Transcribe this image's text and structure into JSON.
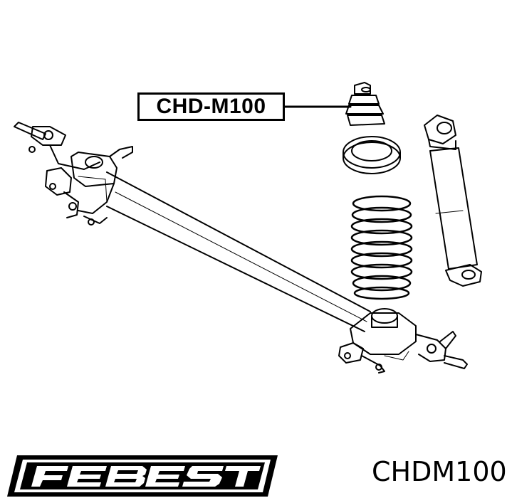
{
  "callout": {
    "label": "CHD-M100"
  },
  "footer": {
    "brand": "FEBEST",
    "part_number": "CHDM100"
  },
  "colors": {
    "ink": "#000000",
    "background": "#ffffff"
  }
}
